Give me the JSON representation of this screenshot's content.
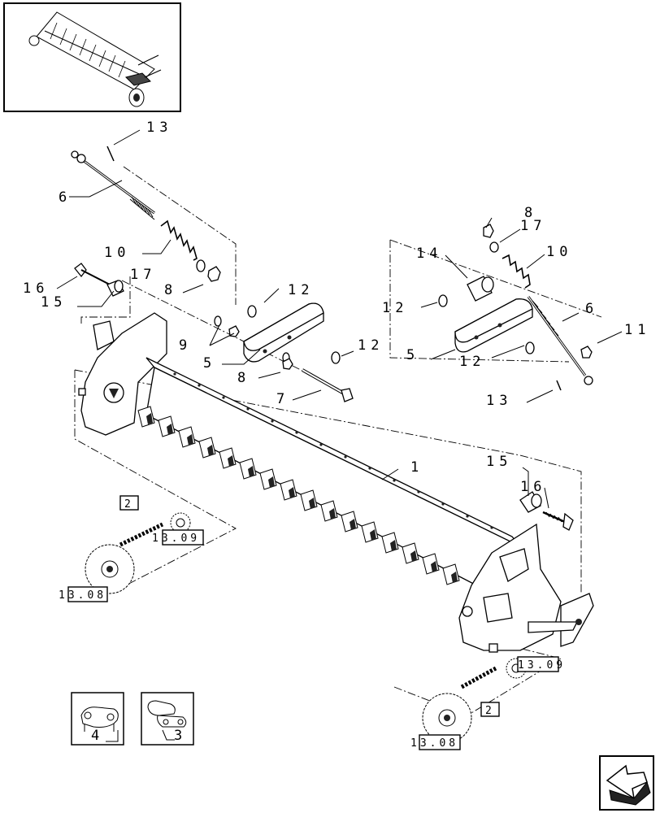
{
  "callouts": {
    "c1": "1",
    "c5a": "5",
    "c5b": "5",
    "c6a": "6",
    "c6b": "6",
    "c7": "7",
    "c8a": "8",
    "c8b": "8",
    "c8c": "8",
    "c9": "9",
    "c10a": "10",
    "c10b": "10",
    "c11": "11",
    "c12a": "12",
    "c12b": "12",
    "c12c": "12",
    "c12d": "12",
    "c13a": "13",
    "c13b": "13",
    "c14": "14",
    "c15a": "15",
    "c15b": "15",
    "c16a": "16",
    "c16b": "16",
    "c17a": "17",
    "c17b": "17"
  },
  "references": {
    "ref_box2_left": "2",
    "ref_box2_right": "2",
    "ref_1309_left": "13.09",
    "ref_1308_left": "13.08",
    "ref_1309_right": "13.09",
    "ref_1308_right": "13.08",
    "ref_4": "4",
    "ref_3": "3"
  },
  "icons": {
    "overview": "machine-overview-thumbnail-icon",
    "navigation": "next-page-arrow-icon"
  }
}
